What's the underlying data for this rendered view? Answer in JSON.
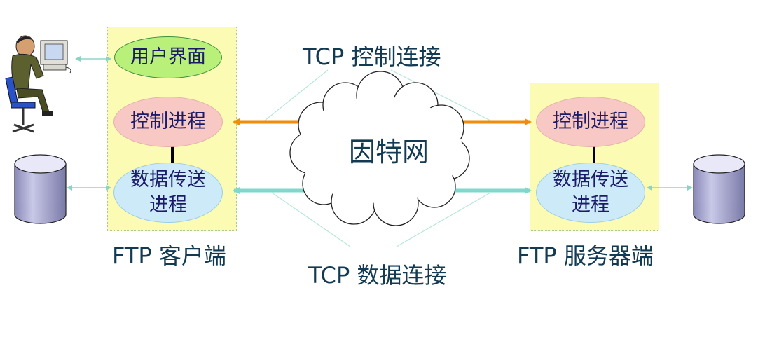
{
  "client": {
    "ui_label": "用户界面",
    "control_label": "控制进程",
    "data_label_line1": "数据传送",
    "data_label_line2": "进程",
    "caption": "FTP 客户端"
  },
  "server": {
    "control_label": "控制进程",
    "data_label_line1": "数据传送",
    "data_label_line2": "进程",
    "caption": "FTP 服务器端"
  },
  "network": {
    "label": "因特网"
  },
  "connections": {
    "control": "TCP 控制连接",
    "data": "TCP 数据连接"
  },
  "colors": {
    "panel_fill": "#fbfbb4",
    "control_arrow": "#f08c0a",
    "data_arrow": "#80d8cc",
    "text": "#123a52"
  }
}
